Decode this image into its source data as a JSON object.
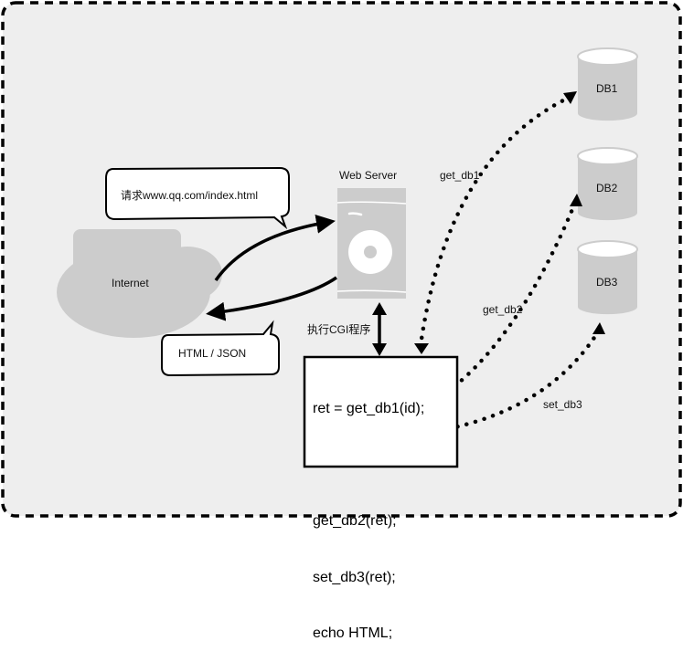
{
  "diagram": {
    "colors": {
      "background": "#eeeeee",
      "shape_fill": "#cccccc",
      "ink": "#000000",
      "bubble_fill": "#ffffff"
    },
    "nodes": {
      "internet": {
        "label": "Internet"
      },
      "web_server": {
        "label": "Web Server"
      },
      "db1": {
        "label": "DB1"
      },
      "db2": {
        "label": "DB2"
      },
      "db3": {
        "label": "DB3"
      }
    },
    "bubbles": {
      "request": "请求www.qq.com/index.html",
      "response": "HTML / JSON"
    },
    "edge_labels": {
      "cgi": "执行CGI程序",
      "get_db1": "get_db1",
      "get_db2": "get_db2",
      "set_db3": "set_db3"
    },
    "code_box": {
      "lines": [
        "ret = get_db1(id);",
        "",
        "get_db2(ret);",
        "set_db3(ret);",
        "echo HTML;"
      ]
    }
  }
}
